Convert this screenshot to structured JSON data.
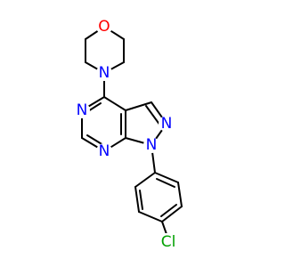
{
  "molecule": {
    "atoms": {
      "o1": {
        "symbol": "O",
        "color": "#FF0000"
      },
      "n1": {
        "symbol": "N",
        "color": "#0000FF"
      },
      "n2": {
        "symbol": "N",
        "color": "#0000FF"
      },
      "n3": {
        "symbol": "N",
        "color": "#0000FF"
      },
      "n4": {
        "symbol": "N",
        "color": "#0000FF"
      },
      "n5": {
        "symbol": "N",
        "color": "#0000FF"
      },
      "cl1": {
        "symbol": "Cl",
        "color": "#00A000"
      }
    }
  }
}
